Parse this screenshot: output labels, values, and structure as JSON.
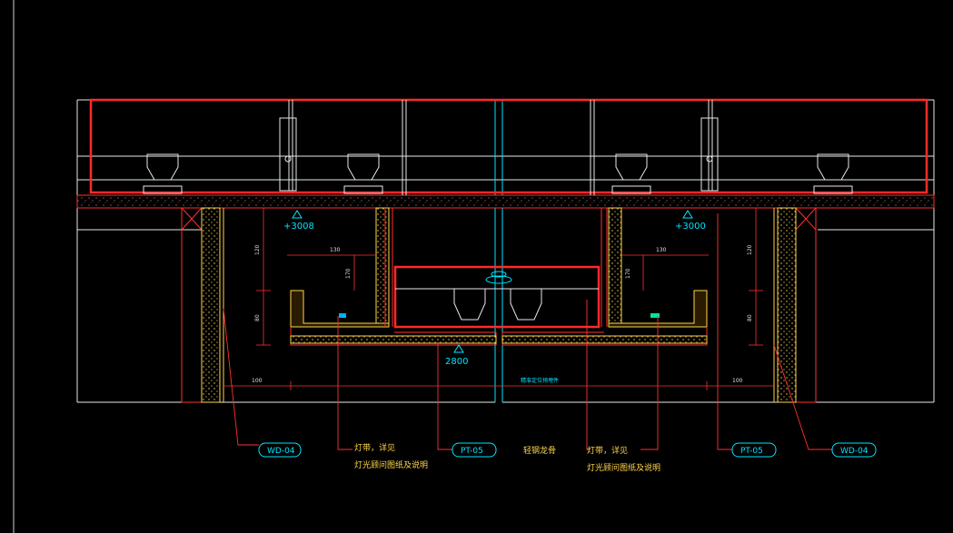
{
  "drawing": {
    "elevations": {
      "left_ceiling": "+3008",
      "right_ceiling": "+3000",
      "center": "2800"
    },
    "dims": {
      "left_h1": "120",
      "left_h2": "80",
      "left_inner": "130",
      "left_inner_v": "170",
      "right_h1": "120",
      "right_h2": "80",
      "right_inner": "130",
      "right_inner_v": "170",
      "left_bottom": "100",
      "right_bottom": "100",
      "mid_note": "精准定位预埋件"
    },
    "tags": {
      "wd_left": "WD-04",
      "pt_left": "PT-05",
      "pt_right": "PT-05",
      "wd_right": "WD-04"
    },
    "notes": {
      "left_line1": "灯带，详见",
      "left_line2": "灯光顾问图纸及说明",
      "steel": "轻钢龙骨",
      "right_line1": "灯带，详见",
      "right_line2": "灯光顾问图纸及说明"
    },
    "colors": {
      "line": "#e8e8e8",
      "red": "#ff2a2a",
      "cyan": "#00e5ff",
      "yellow": "#ffd54a"
    }
  }
}
